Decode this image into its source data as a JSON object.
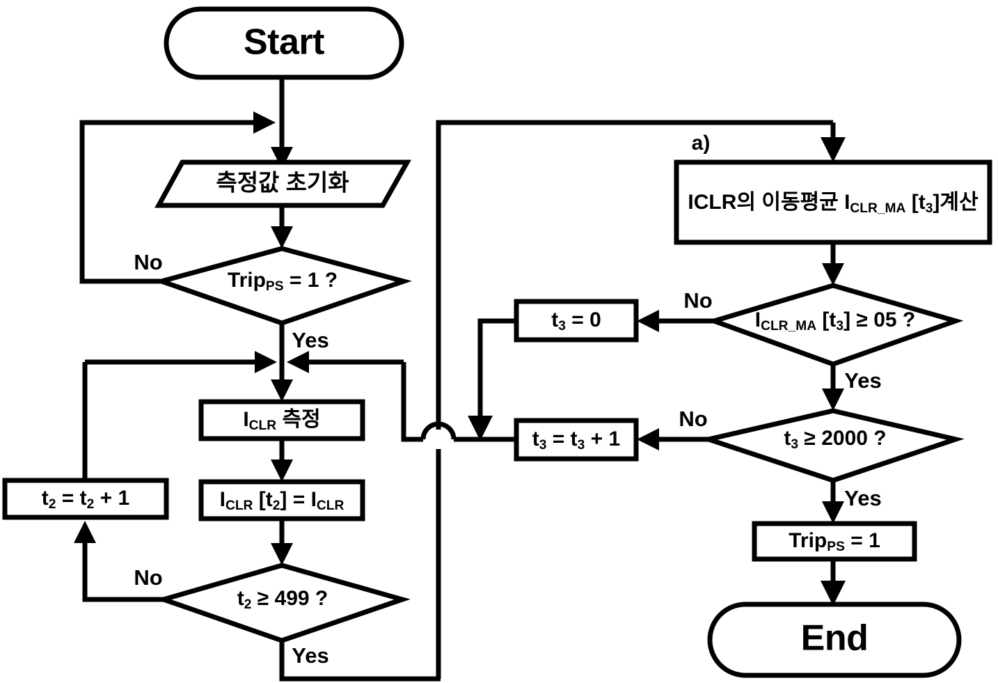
{
  "diagram": {
    "type": "flowchart",
    "title": "",
    "note_label": "a)",
    "nodes": {
      "start": {
        "label": "Start",
        "shape": "terminal"
      },
      "init": {
        "label": "측정값 초기화",
        "shape": "input-output"
      },
      "trip_check": {
        "label": "Trip",
        "sub": "PS",
        "tail": " = 1 ?",
        "shape": "decision"
      },
      "measure_iclr": {
        "label": "I",
        "sub": "CLR",
        "tail": " 측정",
        "shape": "process"
      },
      "store_iclr": {
        "label": "I",
        "sub": "CLR",
        "mid": " [t",
        "sub2": "2",
        "tail": "] = I",
        "sub3": "CLR",
        "shape": "process"
      },
      "t2_inc": {
        "label": "t",
        "sub": "2",
        "tail": " = t",
        "sub2": "2",
        "tail2": " + 1",
        "shape": "process"
      },
      "t2_check": {
        "label": "t",
        "sub": "2",
        "tail": " ≥ 499 ?",
        "shape": "decision"
      },
      "moving_avg": {
        "label": "ICLR의 이동평균 I",
        "sub": "CLR_MA",
        "mid": " [t",
        "sub2": "3",
        "tail": "]계산",
        "shape": "process"
      },
      "ma_check": {
        "label": "I",
        "sub": "CLR_MA",
        "mid": " [t",
        "sub2": "3",
        "tail": "] ≥ 05 ?",
        "shape": "decision"
      },
      "t3_reset": {
        "label": "t",
        "sub": "3",
        "tail": " = 0",
        "shape": "process"
      },
      "t3_inc": {
        "label": "t",
        "sub": "3",
        "tail": " = t",
        "sub2": "3",
        "tail2": " + 1",
        "shape": "process"
      },
      "t3_check": {
        "label": "t",
        "sub": "3",
        "tail": " ≥ 2000 ?",
        "shape": "decision"
      },
      "trip_set": {
        "label": "Trip",
        "sub": "PS",
        "tail": " = 1",
        "shape": "process"
      },
      "end": {
        "label": "End",
        "shape": "terminal"
      }
    },
    "edge_labels": {
      "trip_no": "No",
      "trip_yes": "Yes",
      "t2_no": "No",
      "t2_yes": "Yes",
      "ma_no": "No",
      "ma_yes": "Yes",
      "t3_no": "No",
      "t3_yes": "Yes"
    },
    "colors": {
      "stroke": "#000000",
      "fill": "#ffffff",
      "text": "#000000"
    }
  }
}
